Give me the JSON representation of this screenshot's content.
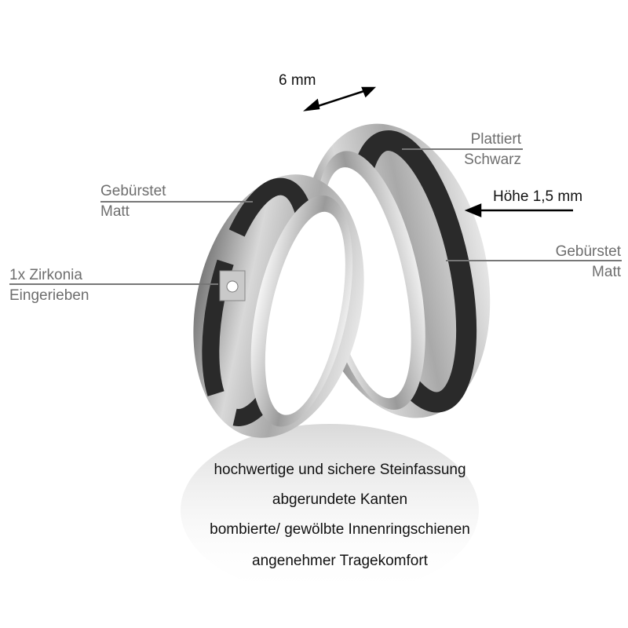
{
  "width_label": "6 mm",
  "height_label": "Höhe 1,5 mm",
  "annotations": {
    "plated": {
      "line1": "Plattiert",
      "line2": "Schwarz"
    },
    "brushed_right": {
      "line1": "Gebürstet",
      "line2": "Matt"
    },
    "brushed_left": {
      "line1": "Gebürstet",
      "line2": "Matt"
    },
    "stone": {
      "line1": "1x Zirkonia",
      "line2": "Eingerieben"
    }
  },
  "features": [
    "hochwertige und sichere Steinfassung",
    "abgerundete Kanten",
    "bombierte/ gewölbte Innenringschienen",
    "angenehmer Tragekomfort"
  ],
  "colors": {
    "label_gray": "#6e6e6e",
    "steel": "#b8b8b8",
    "black_band": "#2a2a2a"
  }
}
